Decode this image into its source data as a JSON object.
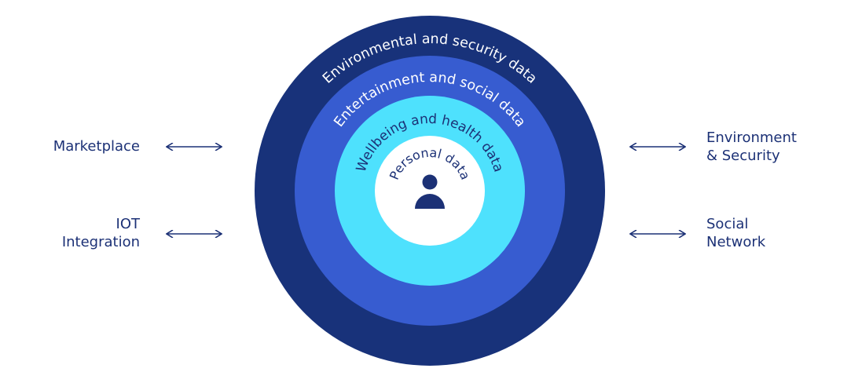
{
  "colors": {
    "outer": "#18327a",
    "second": "#375cd0",
    "third": "#4ee1fd",
    "center": "#ffffff",
    "ink": "#1c3176"
  },
  "rings": {
    "outer": "Environmental and security data",
    "second": "Entertainment and social data",
    "third": "Wellbeing and health data",
    "center": "Personal data"
  },
  "center_icon": "person-icon",
  "labels": {
    "marketplace": "Marketplace",
    "iot_line1": "IOT",
    "iot_line2": "Integration",
    "env_line1": "Environment",
    "env_line2": "& Security",
    "social_line1": "Social",
    "social_line2": "Network"
  }
}
